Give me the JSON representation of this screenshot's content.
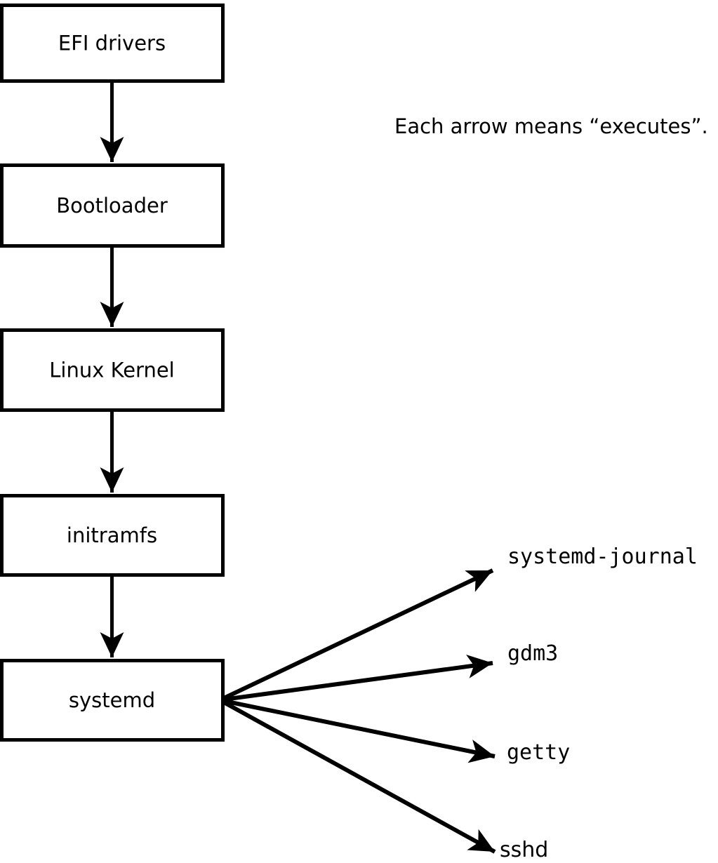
{
  "caption": {
    "text": "Each arrow means “executes”."
  },
  "flow_boxes": [
    {
      "label": "EFI drivers"
    },
    {
      "label": "Bootloader"
    },
    {
      "label": "Linux Kernel"
    },
    {
      "label": "initramfs"
    },
    {
      "label": "systemd"
    }
  ],
  "fan_targets": [
    {
      "label": "systemd-journal"
    },
    {
      "label": "gdm3"
    },
    {
      "label": "getty"
    },
    {
      "label": "sshd"
    }
  ],
  "colors": {
    "ink": "#000000",
    "paper": "#ffffff"
  }
}
